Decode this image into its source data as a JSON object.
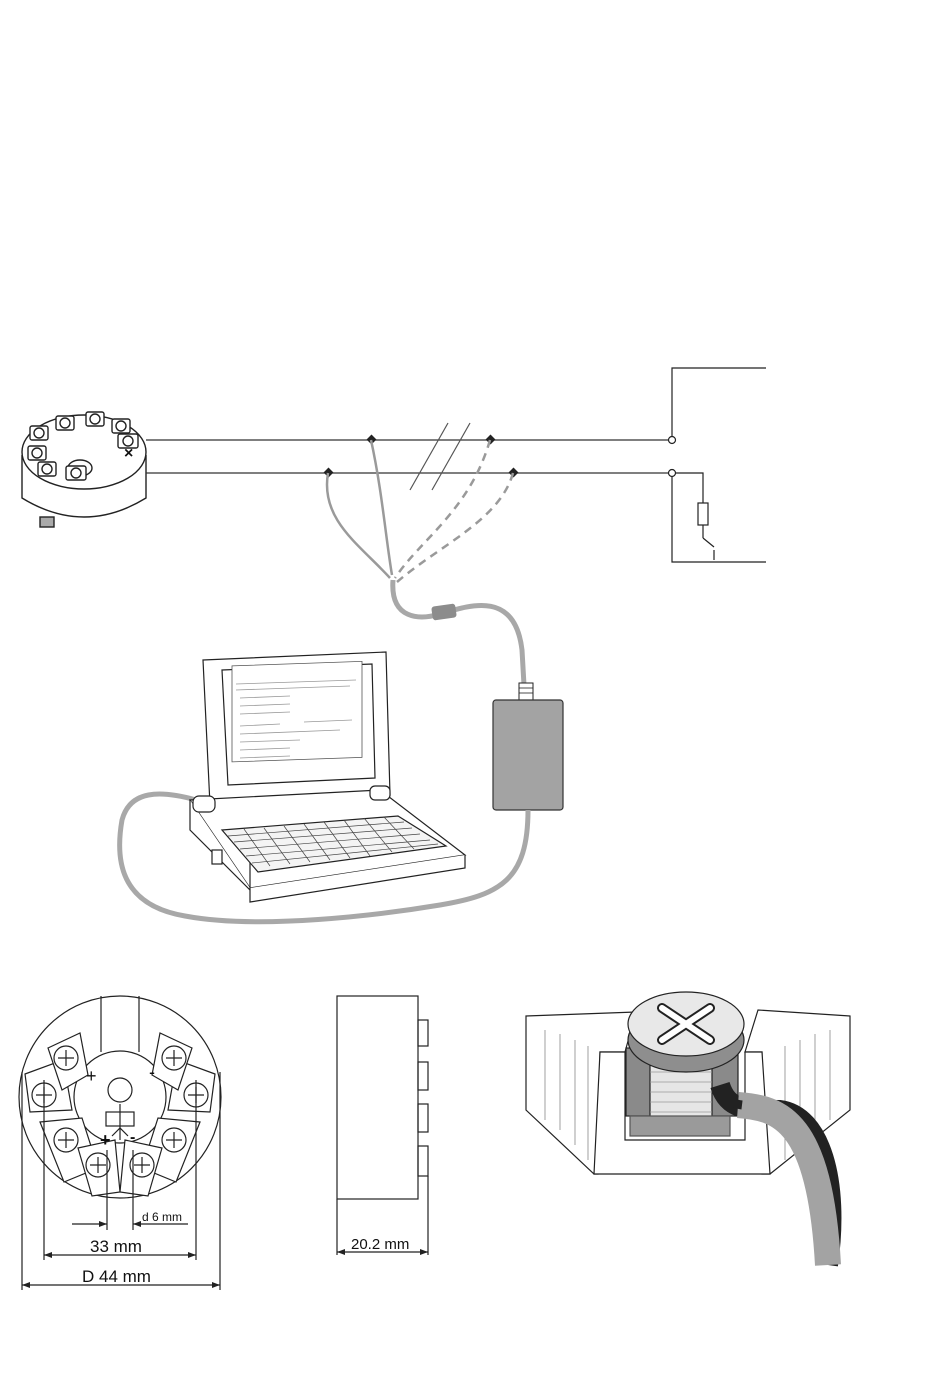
{
  "dimensions": {
    "hole_diameter": "d 6 mm",
    "mounting_distance": "33 mm",
    "outer_diameter": "D 44 mm",
    "height": "20.2 mm"
  },
  "polarity": {
    "plus": "+",
    "minus": "-"
  },
  "icons": [
    "transmitter-head-icon",
    "laptop-icon",
    "modem-icon",
    "terminal-screw-icon",
    "cable-icon"
  ],
  "colors": {
    "line": "#2a2a2a",
    "cable_gray": "#a8a8a8",
    "dark_gray": "#8c8c8c"
  }
}
